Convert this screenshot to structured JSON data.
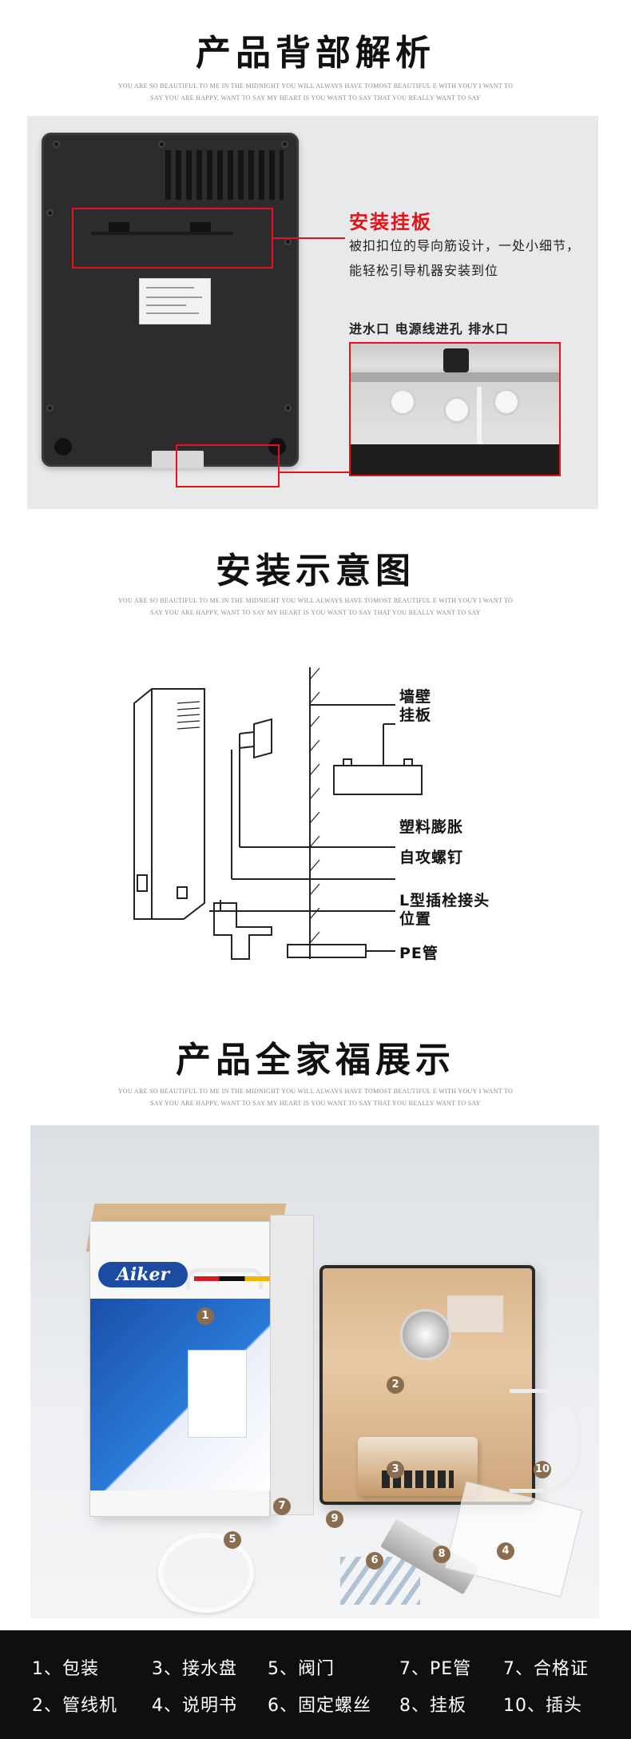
{
  "section1": {
    "title": "产品背部解析",
    "subtitle": "YOU ARE SO BEAUTIFUL TO ME IN THE MIDNIGHT YOU WILL ALWAYS HAVE TOMOST BEAUTIFUL E WITH YOUY I WANT TO SAY YOU ARE HAPPY, WANT TO SAY MY HEART IS YOU WANT TO SAY THAT YOU REALLY WANT TO SAY",
    "install_title": "安装挂板",
    "install_desc": "被扣扣位的导向筋设计，一处小细节，能轻松引导机器安装到位",
    "ports_label": "进水口  电源线进孔  排水口"
  },
  "section2": {
    "title": "安装示意图",
    "subtitle": "YOU ARE SO BEAUTIFUL TO ME IN THE MIDNIGHT YOU WILL ALWAYS HAVE TOMOST BEAUTIFUL E WITH YOUY I WANT TO SAY YOU ARE HAPPY, WANT TO SAY MY HEART IS YOU WANT TO SAY THAT YOU REALLY WANT TO SAY",
    "labels": {
      "wall": "墙壁",
      "plate": "挂板",
      "anchor": "塑料膨胀",
      "screw": "自攻螺钉",
      "connector_1": "L型插栓接头",
      "connector_2": "位置",
      "pe": "PE管"
    }
  },
  "section3": {
    "title": "产品全家福展示",
    "subtitle": "YOU ARE SO BEAUTIFUL TO ME IN THE MIDNIGHT YOU WILL ALWAYS HAVE TOMOST BEAUTIFUL E WITH YOUY I WANT TO SAY YOU ARE HAPPY, WANT TO SAY MY HEART IS YOU WANT TO SAY THAT YOU REALLY WANT TO SAY",
    "box_logo": "Aiker",
    "badges": [
      "1",
      "2",
      "3",
      "4",
      "5",
      "6",
      "7",
      "8",
      "9",
      "10"
    ]
  },
  "legend": {
    "row1": [
      "1、包装",
      "3、接水盘",
      "5、阀门",
      "7、PE管",
      "7、合格证"
    ],
    "row2": [
      "2、管线机",
      "4、说明书",
      "6、固定螺丝",
      "8、挂板",
      "10、插头"
    ]
  },
  "colors": {
    "accent": "#e1141b",
    "legend_bg": "#0f0f0f",
    "badge": "#8a6d4f"
  }
}
